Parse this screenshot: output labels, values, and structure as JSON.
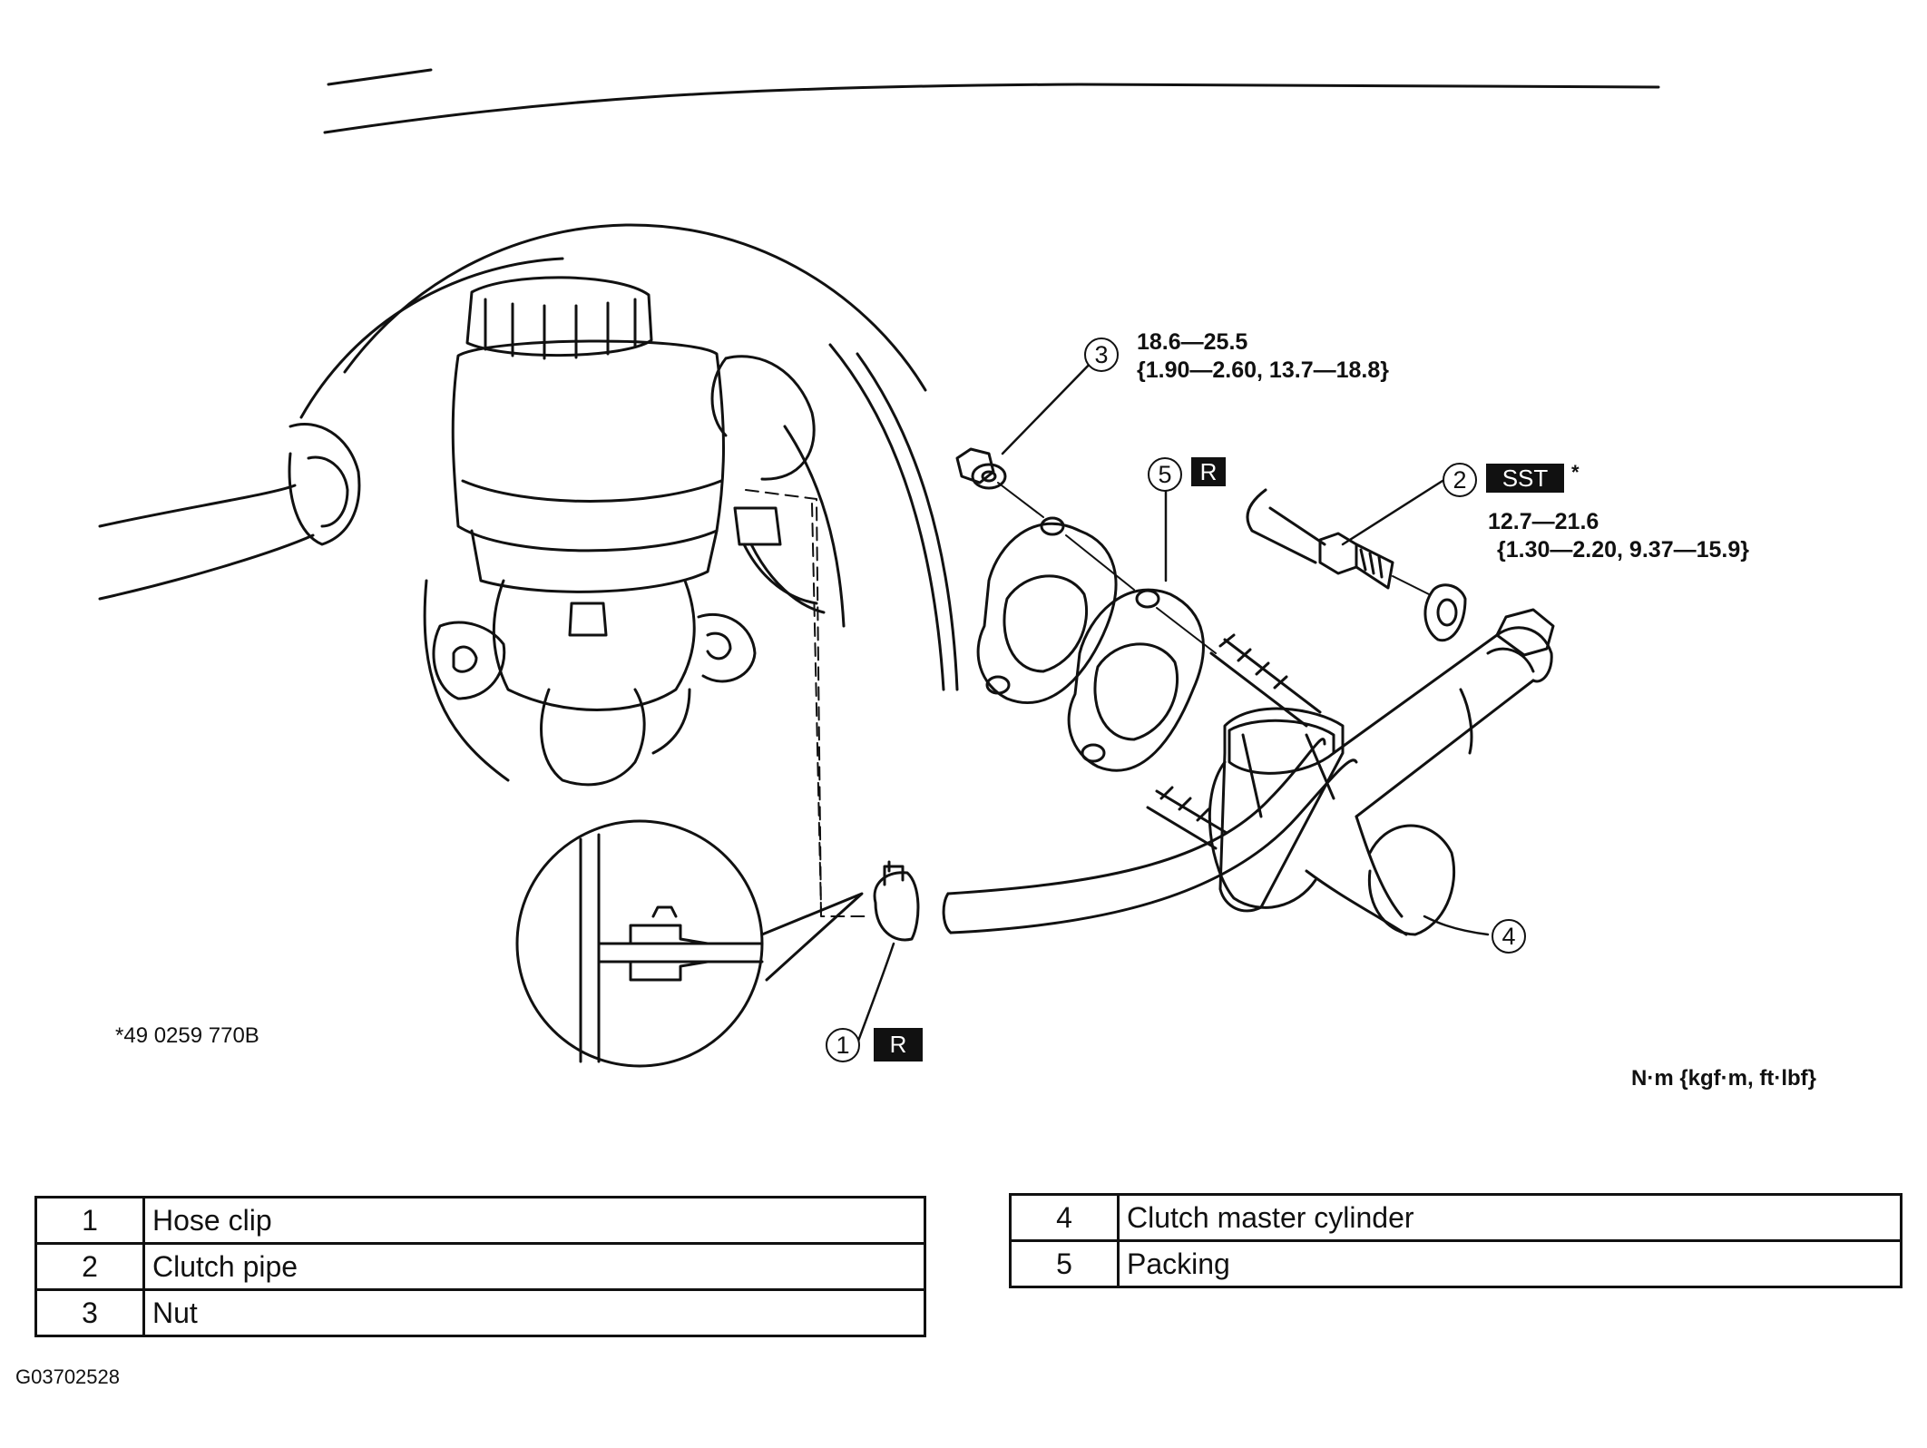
{
  "callouts": {
    "c1": {
      "number": "1",
      "badge": "R"
    },
    "c2": {
      "number": "2",
      "badge": "SST",
      "asterisk": "*",
      "torque_nm": "12.7—21.6",
      "torque_alt": "{1.30—2.20, 9.37—15.9}"
    },
    "c3": {
      "number": "3",
      "torque_nm": "18.6—25.5",
      "torque_alt": "{1.90—2.60,  13.7—18.8}"
    },
    "c4": {
      "number": "4"
    },
    "c5": {
      "number": "5",
      "badge": "R"
    }
  },
  "sst_note": "*49 0259 770B",
  "unit_note": "N·m  {kgf·m,  ft·lbf}",
  "figure_code": "G03702528",
  "parts_left": [
    {
      "no": "1",
      "name": "Hose clip"
    },
    {
      "no": "2",
      "name": "Clutch pipe"
    },
    {
      "no": "3",
      "name": "Nut"
    }
  ],
  "parts_right": [
    {
      "no": "4",
      "name": "Clutch master cylinder"
    },
    {
      "no": "5",
      "name": "Packing"
    }
  ],
  "colors": {
    "ink": "#111111",
    "paper": "#ffffff"
  }
}
